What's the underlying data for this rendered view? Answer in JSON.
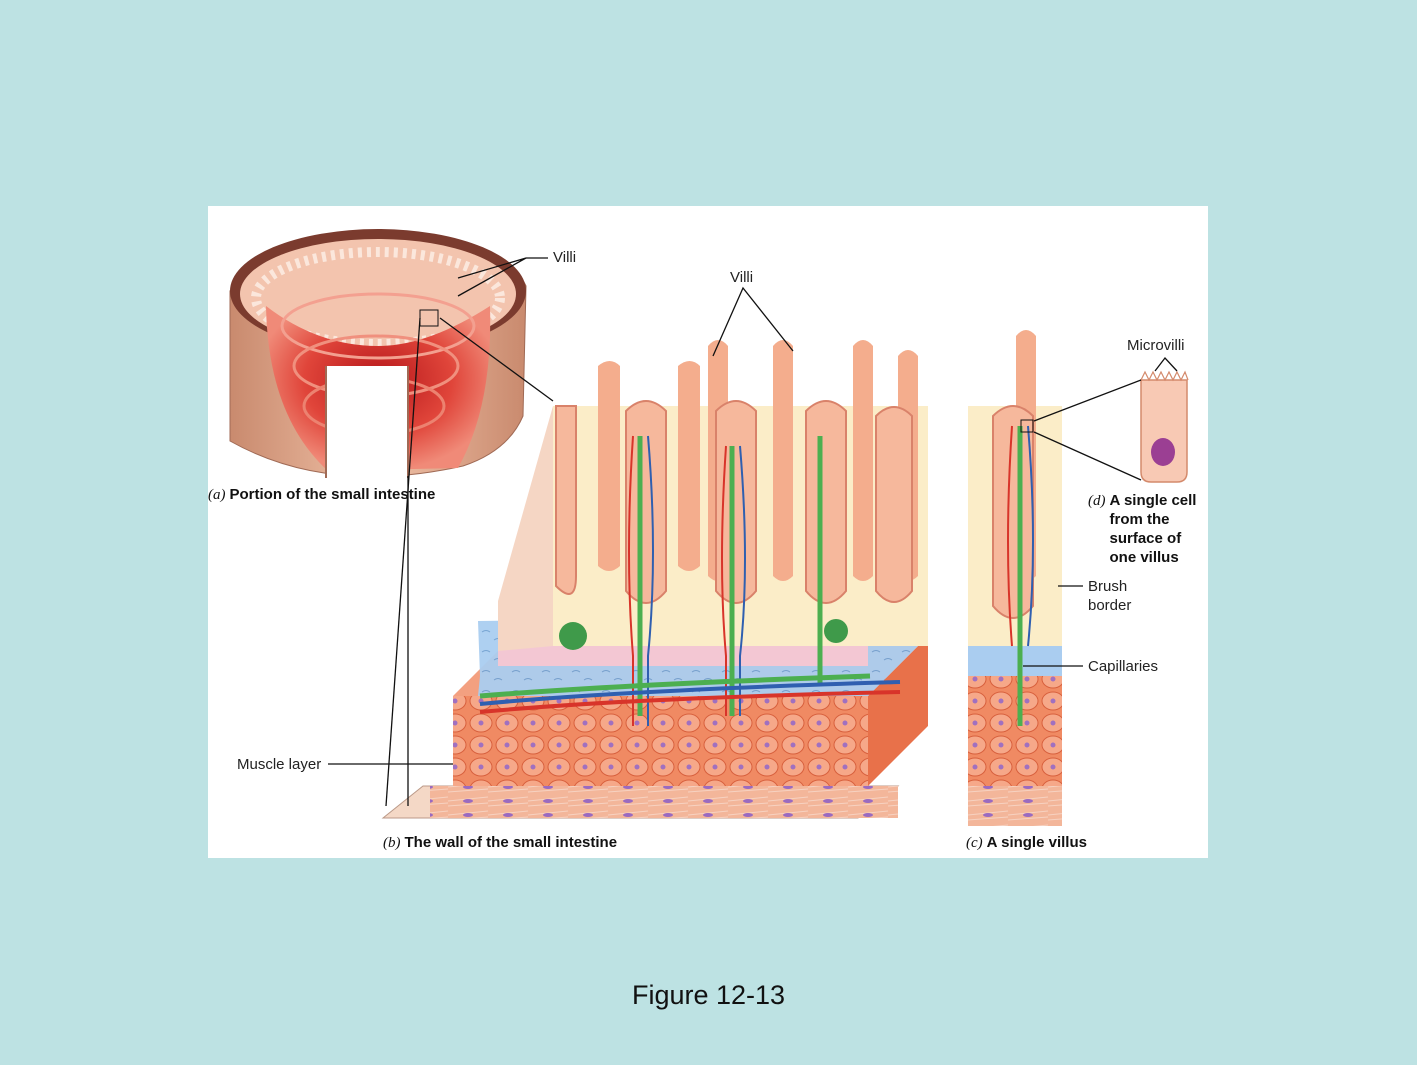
{
  "labels": {
    "villi_a": "Villi",
    "villi_b": "Villi",
    "microvilli": "Microvilli",
    "brush_border": "Brush\nborder",
    "capillaries": "Capillaries",
    "muscle_layer": "Muscle layer"
  },
  "captions": {
    "a": {
      "letter": "(a)",
      "text": "Portion of the small intestine"
    },
    "b": {
      "letter": "(b)",
      "text": "The wall of the small intestine"
    },
    "c": {
      "letter": "(c)",
      "text": "A single villus"
    },
    "d": {
      "letter": "(d)",
      "text": "A single cell from the surface of one villus"
    }
  },
  "figure_number": "Figure 12-13",
  "colors": {
    "background": "#bde2e3",
    "panel": "#ffffff",
    "tissue": "#f2a98b",
    "lumen": "#d93a2c",
    "submucosa": "#a9cdf0",
    "muscle": "#ef7e55",
    "artery": "#d8342a",
    "vein": "#2f5fb0",
    "lacteal": "#4caf50"
  }
}
